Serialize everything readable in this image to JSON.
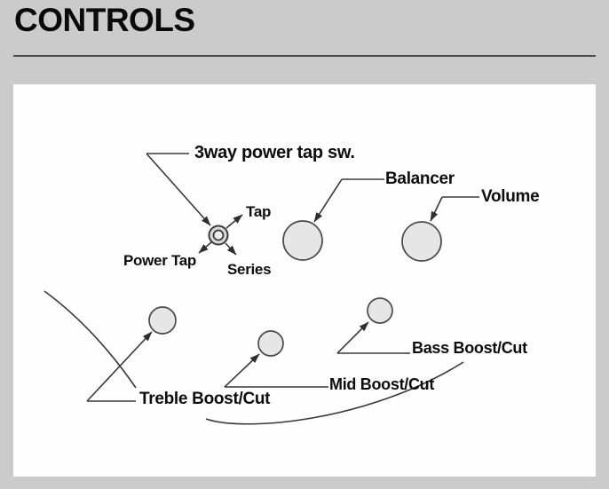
{
  "page": {
    "title": "CONTROLS",
    "colors": {
      "background": "#cbcbcb",
      "panel": "#fefefe",
      "rule": "#4c4c4c",
      "line": "#383838",
      "knob_fill": "#e6e6e6",
      "knob_stroke": "#4a4a4a",
      "text": "#0d0d0d"
    }
  },
  "diagram": {
    "switch": {
      "label": "3way power tap sw.",
      "positions": {
        "tap": "Tap",
        "power_tap": "Power Tap",
        "series": "Series"
      }
    },
    "knobs": [
      {
        "id": "balancer",
        "label": "Balancer"
      },
      {
        "id": "volume",
        "label": "Volume"
      },
      {
        "id": "treble",
        "label": "Treble Boost/Cut"
      },
      {
        "id": "mid",
        "label": "Mid Boost/Cut"
      },
      {
        "id": "bass",
        "label": "Bass Boost/Cut"
      }
    ]
  }
}
